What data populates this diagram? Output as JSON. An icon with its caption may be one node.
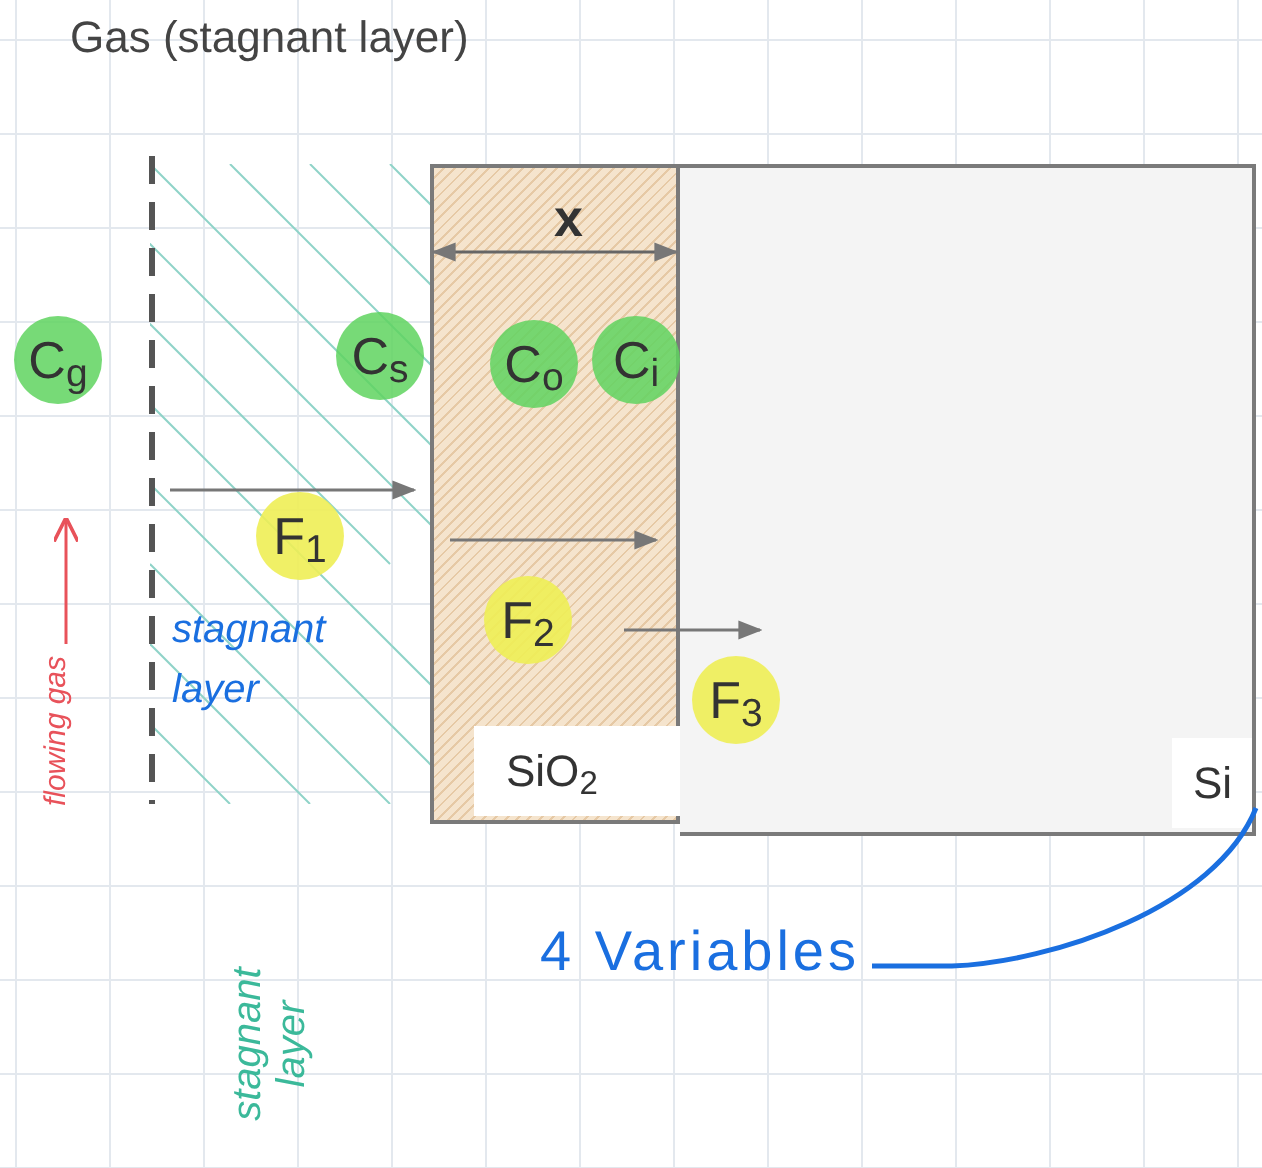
{
  "diagram": {
    "nodes": [
      {
        "text": [
          "SiO$_{2}$"
        ]
      },
      {
        "text": [
          "Si"
        ]
      },
      {
        "text": [
          "C$_{g}$"
        ]
      },
      {
        "text": [
          "C$_{s}$"
        ]
      },
      {
        "text": [
          "C$_{o}$"
        ],
        "in": 0
      },
      {
        "text": [
          "C$_{i}$"
        ],
        "in": 0
      },
      {
        "text": [
          "F$_{1}$"
        ]
      },
      {
        "text": [
          "F$_{2}$"
        ],
        "in": 0
      },
      {
        "text": [
          "F$_{3}$"
        ],
        "in": 1
      },
      {
        "text": [
          "4 Variables"
        ]
      }
    ],
    "edges": [
      {
        "from": 9,
        "to": 1,
        "arrow": "none",
        "color": "#1a6fe0"
      }
    ],
    "labels": [
      "Gas (stagnant layer)",
      "x",
      "stagnant layer",
      "flowing gas",
      "stagnant layer"
    ]
  }
}
